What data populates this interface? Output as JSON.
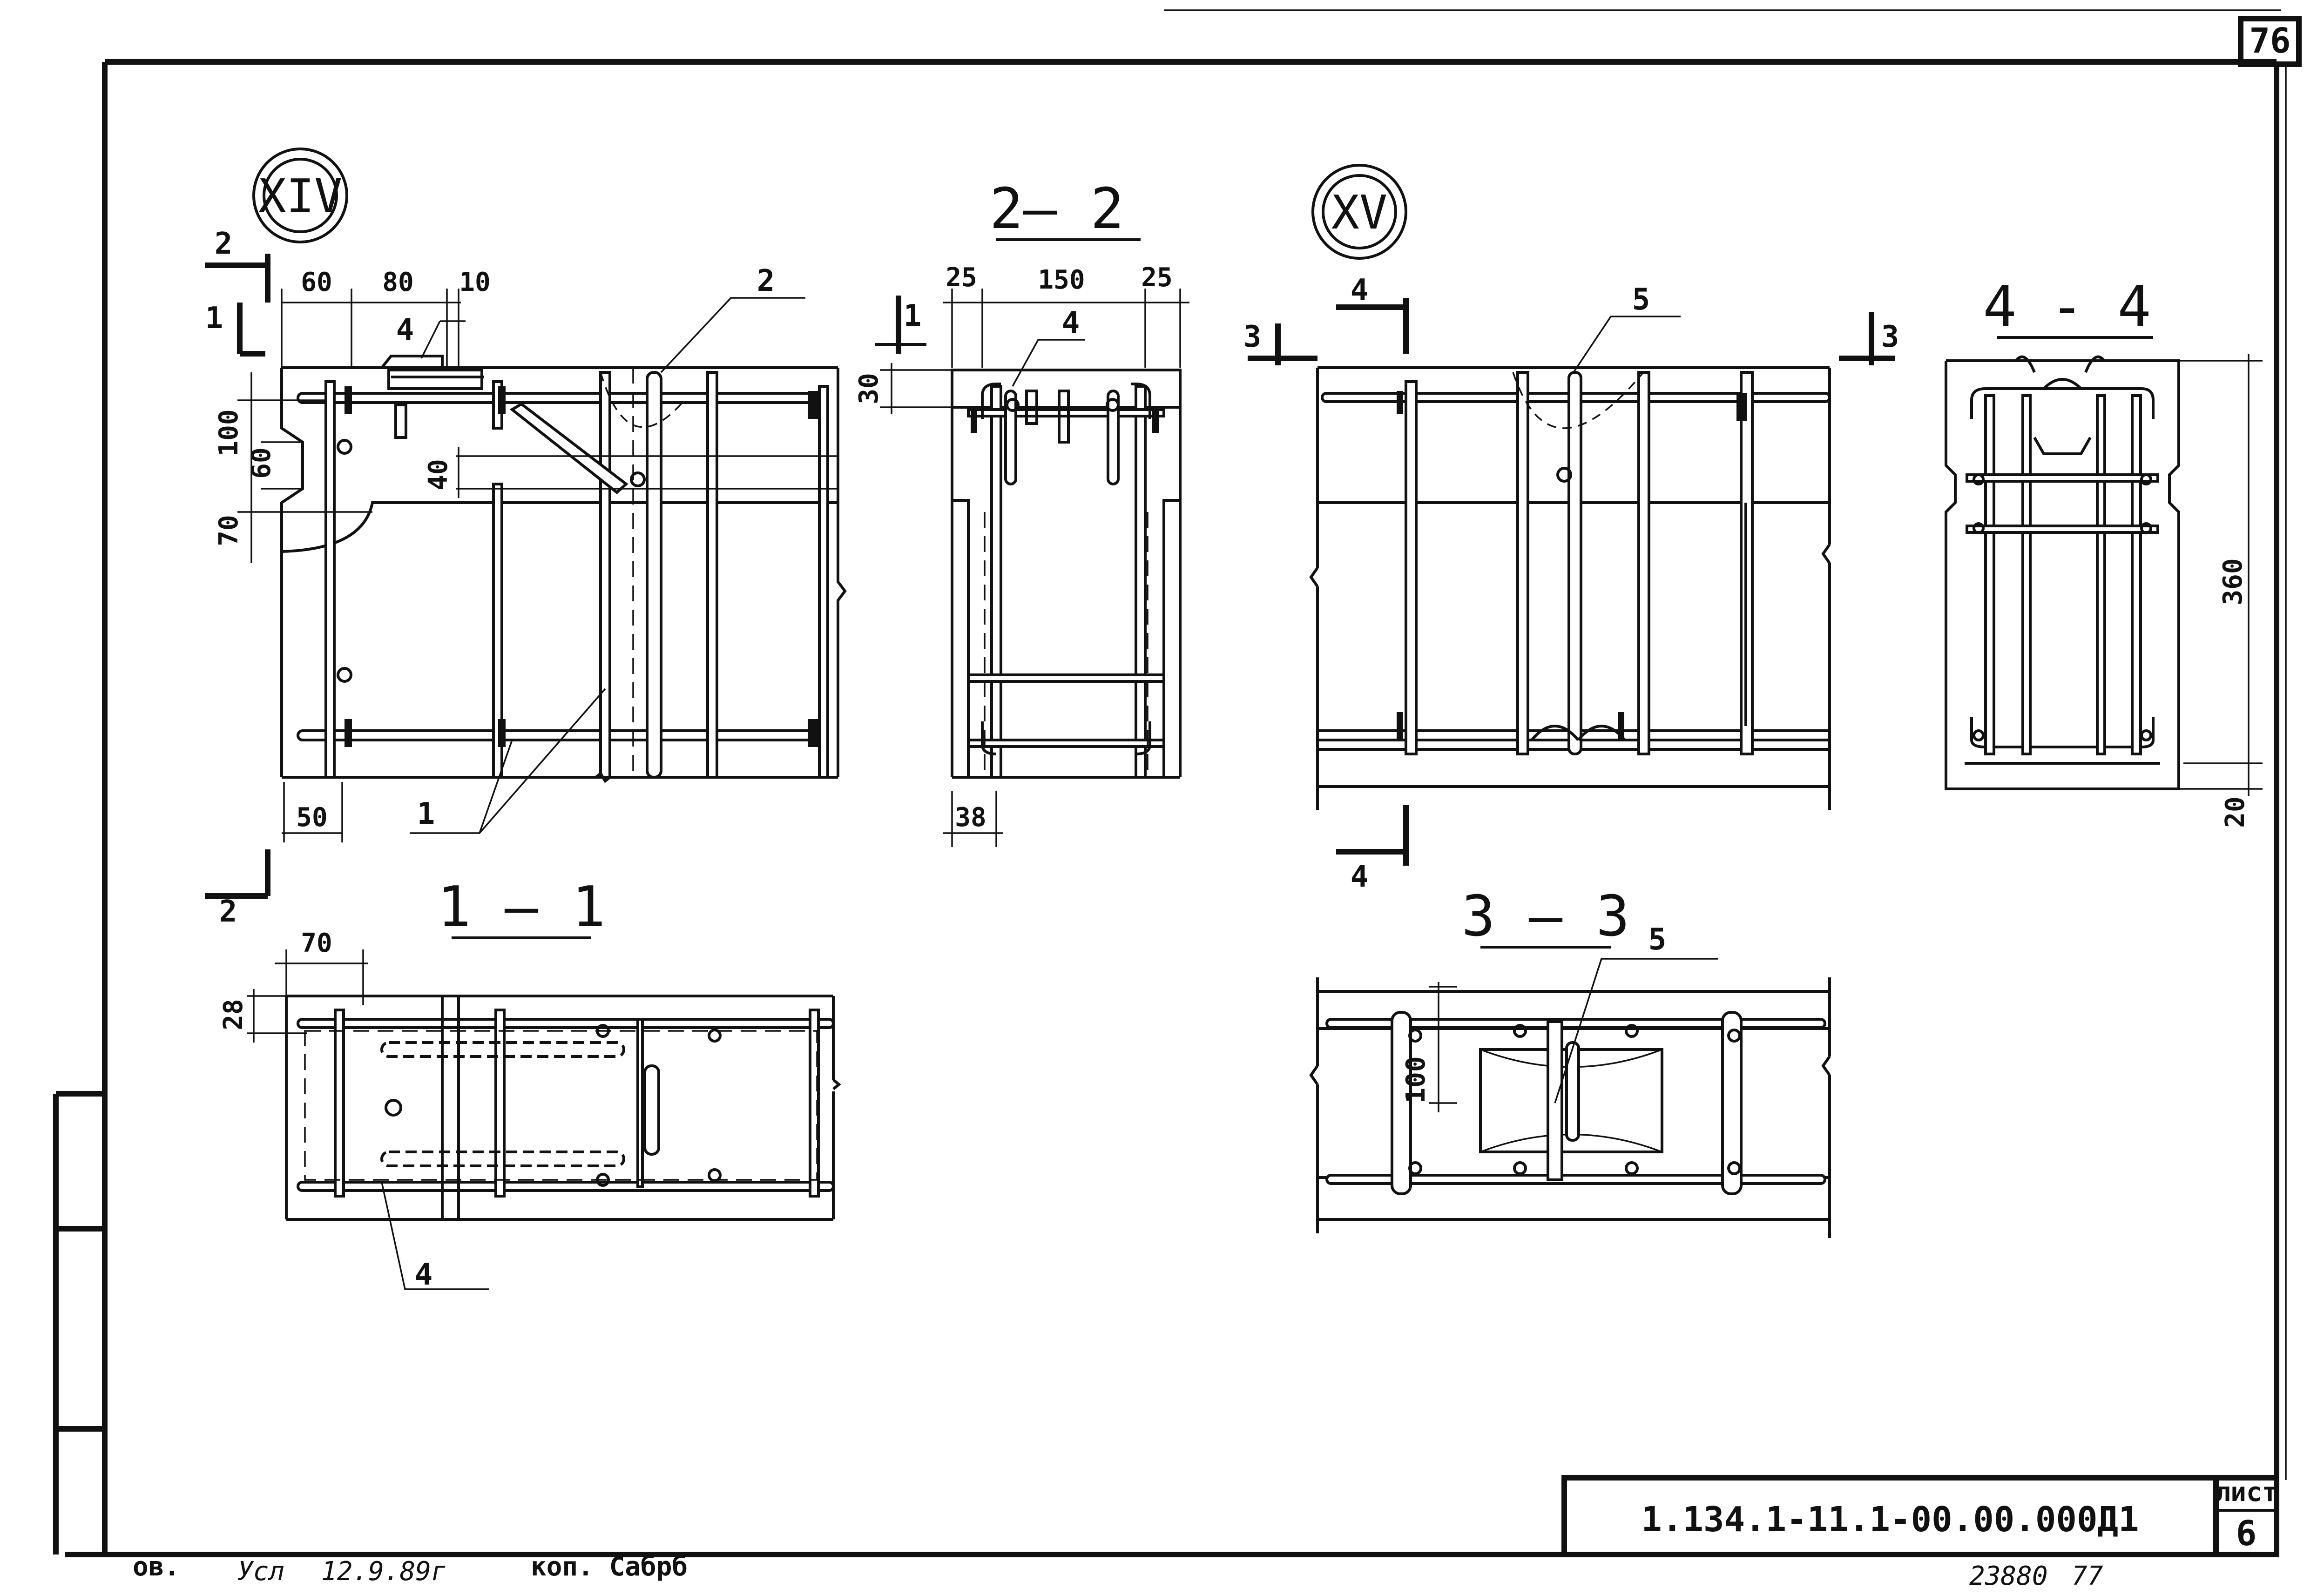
{
  "sheet": {
    "page_number": "76",
    "designation": "1.134.1-11.1-00.00.000Д1",
    "sheet_label": "лист",
    "sheet_number": "6",
    "order_number": "23880",
    "order_suffix": "77",
    "footer_role": "ов.",
    "footer_signature": "Усл",
    "footer_date": "12.9.89г",
    "footer_copy": "коп. Сабрб"
  },
  "nodes": {
    "node_14": "XIV",
    "node_15": "XV"
  },
  "sections": {
    "s22": "2— 2",
    "s11": "1 — 1",
    "s33": "3 — 3",
    "s44": "4 - 4"
  },
  "cut_marks": {
    "c2": "2",
    "c1": "1",
    "c3": "3",
    "c4": "4"
  },
  "positions": {
    "p1": "1",
    "p2": "2",
    "p4": "4",
    "p5": "5"
  },
  "dimensions": {
    "d60": "60",
    "d80": "80",
    "d10": "10",
    "d100": "100",
    "d70": "70",
    "d40": "40",
    "d30": "30",
    "d50": "50",
    "d25": "25",
    "d150": "150",
    "d38": "38",
    "d28": "28",
    "d360": "360",
    "d20": "20"
  }
}
